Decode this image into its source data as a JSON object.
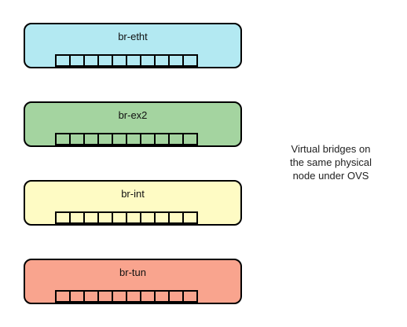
{
  "bridges": [
    {
      "name": "br-etht",
      "color": "#b3e9f2",
      "port_count": 10
    },
    {
      "name": "br-ex2",
      "color": "#a4d4a0",
      "port_count": 10
    },
    {
      "name": "br-int",
      "color": "#fefbc4",
      "port_count": 10
    },
    {
      "name": "br-tun",
      "color": "#f9a48e",
      "port_count": 10
    }
  ],
  "caption": {
    "line1": "Virtual bridges on",
    "line2": "the same physical",
    "line3": "node under OVS"
  }
}
